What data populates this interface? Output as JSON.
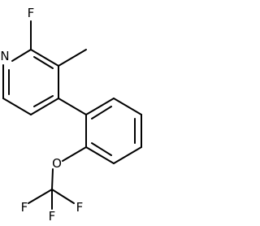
{
  "molecule": {
    "atoms": {
      "F_top": "F",
      "N": "N",
      "O": "O",
      "F_left": "F",
      "F_bottom": "F",
      "F_right": "F"
    }
  },
  "colors": {
    "bond": "#000000",
    "label": "#000000",
    "background": "#ffffff"
  }
}
